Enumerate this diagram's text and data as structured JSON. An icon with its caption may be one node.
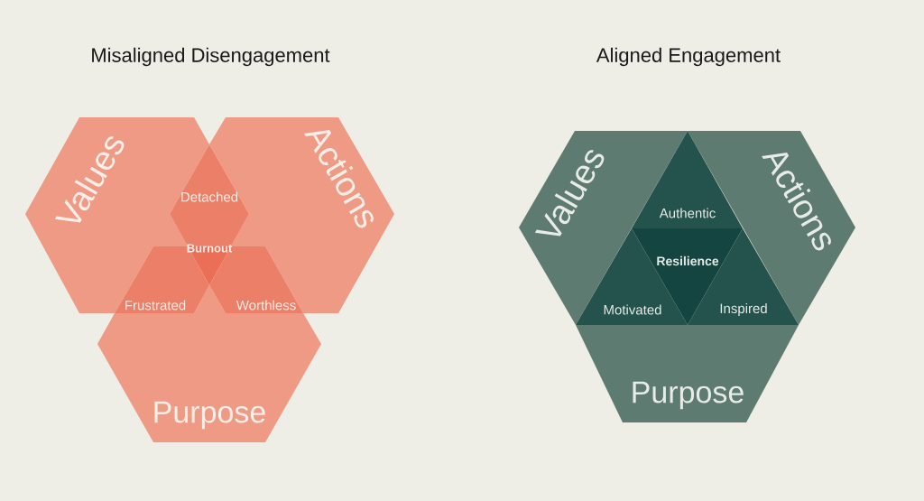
{
  "diagram": {
    "nodes": [
      {
        "text": [
          "Values"
        ]
      },
      {
        "text": [
          "Actions"
        ]
      },
      {
        "text": [
          "Detached"
        ]
      },
      {
        "text": [
          "Burnout"
        ]
      },
      {
        "text": [
          "Frustrated"
        ]
      },
      {
        "text": [
          "Worthless"
        ]
      },
      {
        "text": [
          "Purpose"
        ]
      },
      {
        "text": [
          "Values"
        ]
      },
      {
        "text": [
          "Actions"
        ]
      },
      {
        "text": [
          "Authentic"
        ]
      },
      {
        "text": [
          "Resilience"
        ]
      },
      {
        "text": [
          "Motivated"
        ]
      },
      {
        "text": [
          "Inspired"
        ]
      },
      {
        "text": [
          "Purpose"
        ]
      }
    ],
    "labels": [
      "Misaligned Disengagement",
      "Aligned Engagement"
    ]
  }
}
